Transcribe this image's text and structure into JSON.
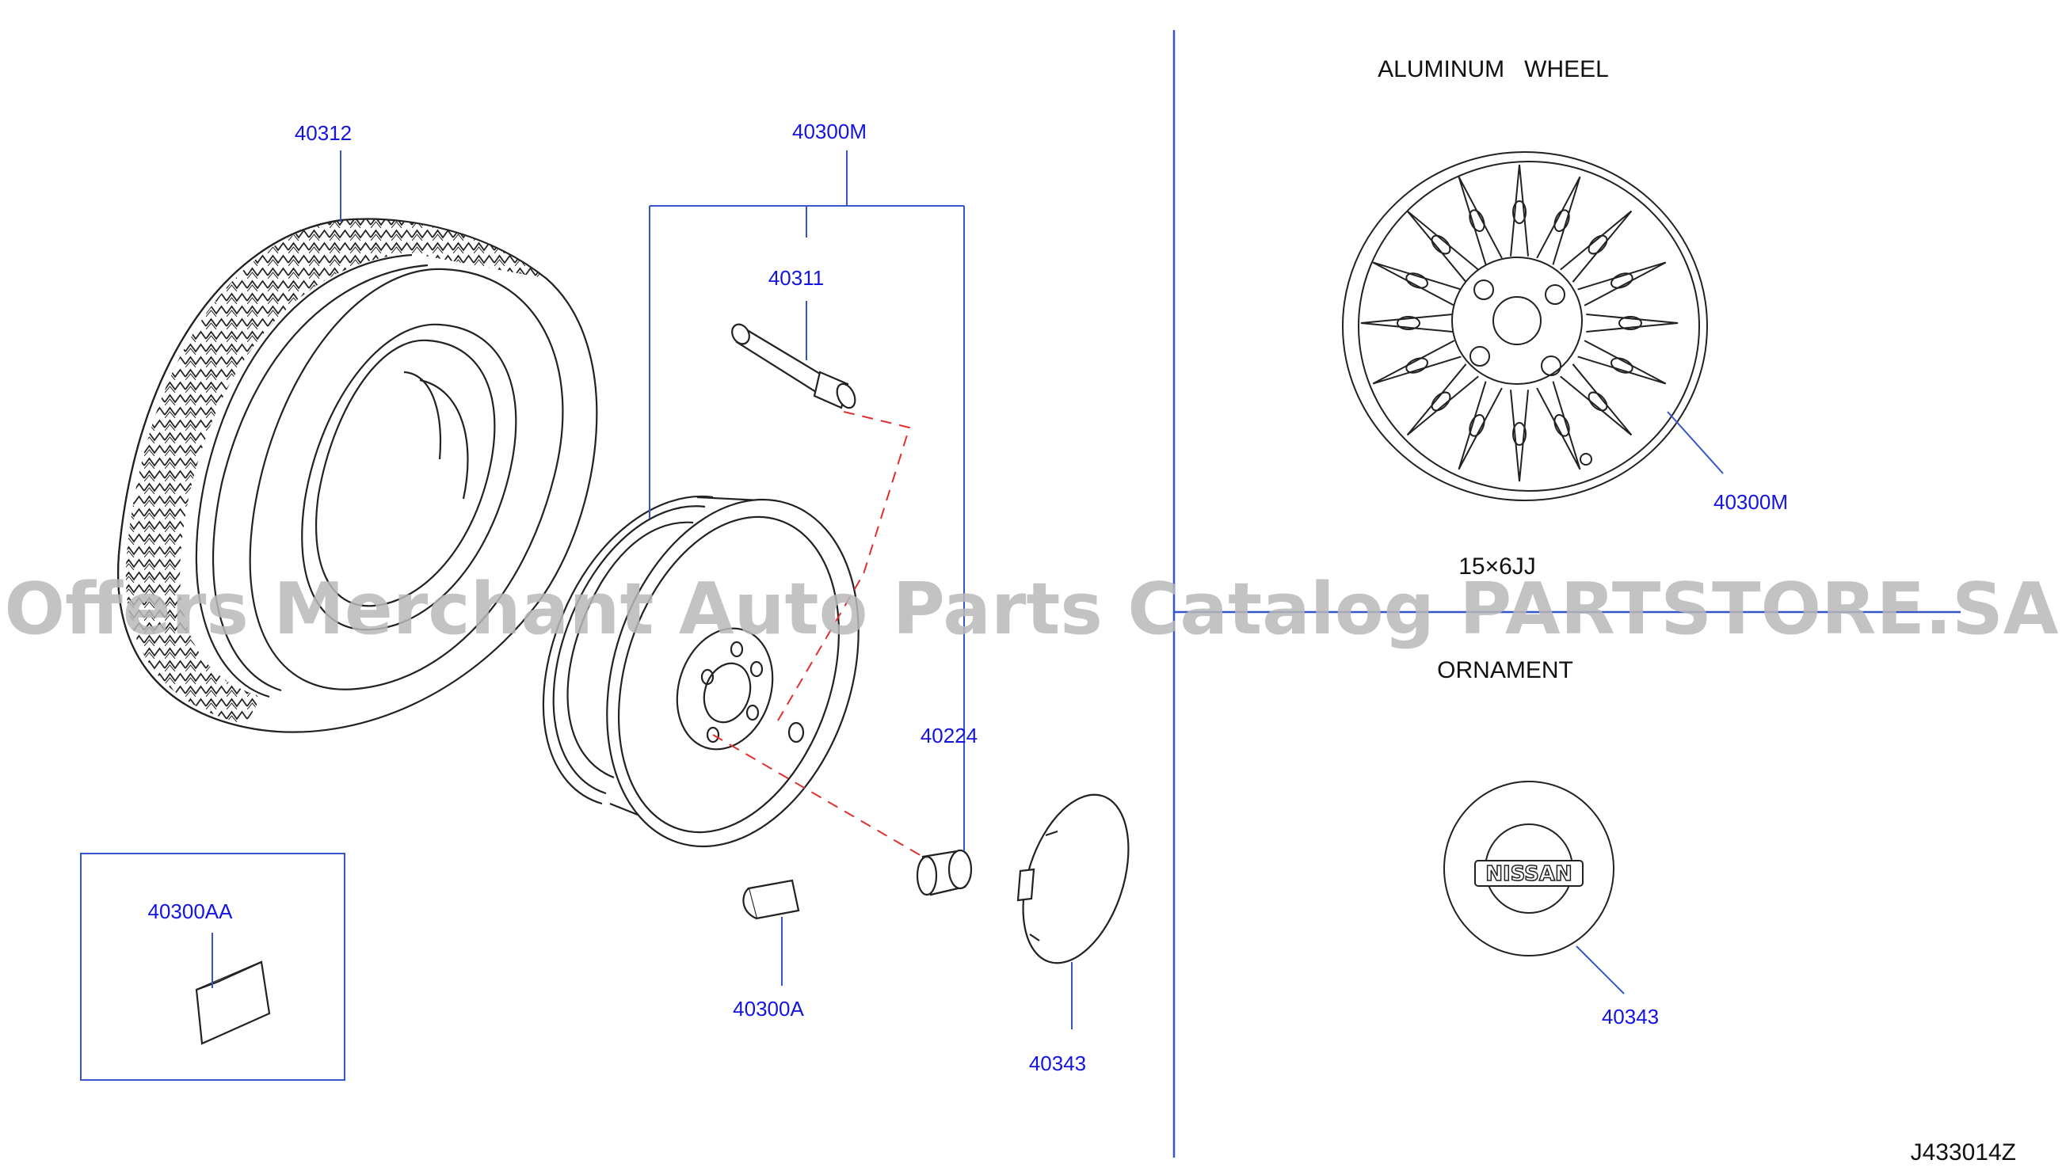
{
  "colors": {
    "label": "#1414e0",
    "leader": "#3556c8",
    "divider": "#3556c8",
    "dashed": "#e03030",
    "drawing": "#222222",
    "heading": "#111111",
    "watermark": "#b8b8b8"
  },
  "labels": {
    "tire": "40312",
    "wheel_assembly": "40300M",
    "valve": "40311",
    "nut": "40224",
    "weight_inner": "40300AA",
    "weight_outer": "40300A",
    "cap_left": "40343",
    "alloy_wheel": "40300M",
    "ornament": "40343"
  },
  "headings": {
    "aluminum_wheel": "ALUMINUM   WHEEL",
    "wheel_size": "15×6JJ",
    "ornament": "ORNAMENT",
    "drawing_code": "J433014Z",
    "brand_badge": "NISSAN"
  },
  "watermark": "Offers Merchant Auto Parts Catalog PARTSTORE.SA"
}
